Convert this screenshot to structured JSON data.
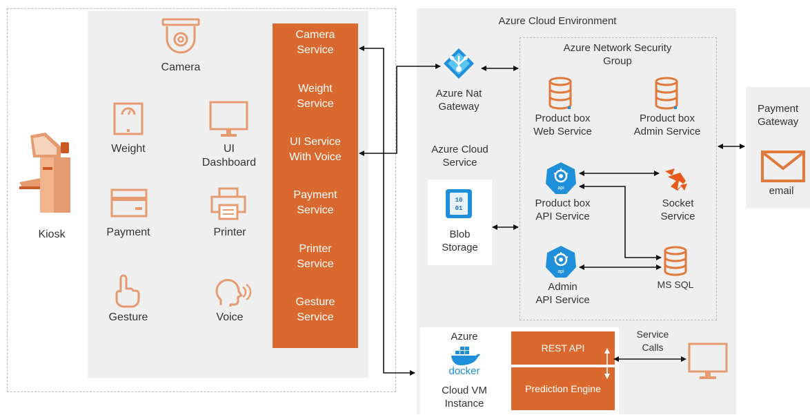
{
  "devices": {
    "camera": "Camera",
    "weight": "Weight",
    "ui_dashboard_1": "UI",
    "ui_dashboard_2": "Dashboard",
    "payment": "Payment",
    "printer": "Printer",
    "gesture": "Gesture",
    "voice": "Voice",
    "kiosk": "Kiosk"
  },
  "services": [
    [
      "Camera",
      "Service"
    ],
    [
      "Weight",
      "Service"
    ],
    [
      "UI Service",
      "With Voice"
    ],
    [
      "Payment",
      "Service"
    ],
    [
      "Printer",
      "Service"
    ],
    [
      "Gesture",
      "Service"
    ]
  ],
  "azure": {
    "env_title": "Azure Cloud Environment",
    "nat_1": "Azure Nat",
    "nat_2": "Gateway",
    "cloud_svc_1": "Azure Cloud",
    "cloud_svc_2": "Service",
    "blob_1": "Blob",
    "blob_2": "Storage",
    "blob_icon_text": "10 01",
    "nsg_1": "Azure Network Security",
    "nsg_2": "Group",
    "pb_web_1": "Product box",
    "pb_web_2": "Web Service",
    "pb_admin_1": "Product box",
    "pb_admin_2": "Admin  Service",
    "pb_api_1": "Product box",
    "pb_api_2": "API Service",
    "socket_1": "Socket",
    "socket_2": "Service",
    "admin_api_1": "Admin",
    "admin_api_2": "API Service",
    "mssql": "MS SQL",
    "api_badge": "api"
  },
  "vm": {
    "azure": "Azure",
    "docker": "docker",
    "vm_1": "Cloud VM",
    "vm_2": "Instance",
    "rest_api": "REST API",
    "prediction": "Prediction Engine",
    "service_calls_1": "Service",
    "service_calls_2": "Calls"
  },
  "payment_gateway": {
    "title_1": "Payment",
    "title_2": "Gateway",
    "email": "email"
  },
  "colors": {
    "accent": "#d9692e",
    "icon_orange": "#e59b6f",
    "azure_blue": "#1e8fd8",
    "panel_gray": "#efefef"
  }
}
